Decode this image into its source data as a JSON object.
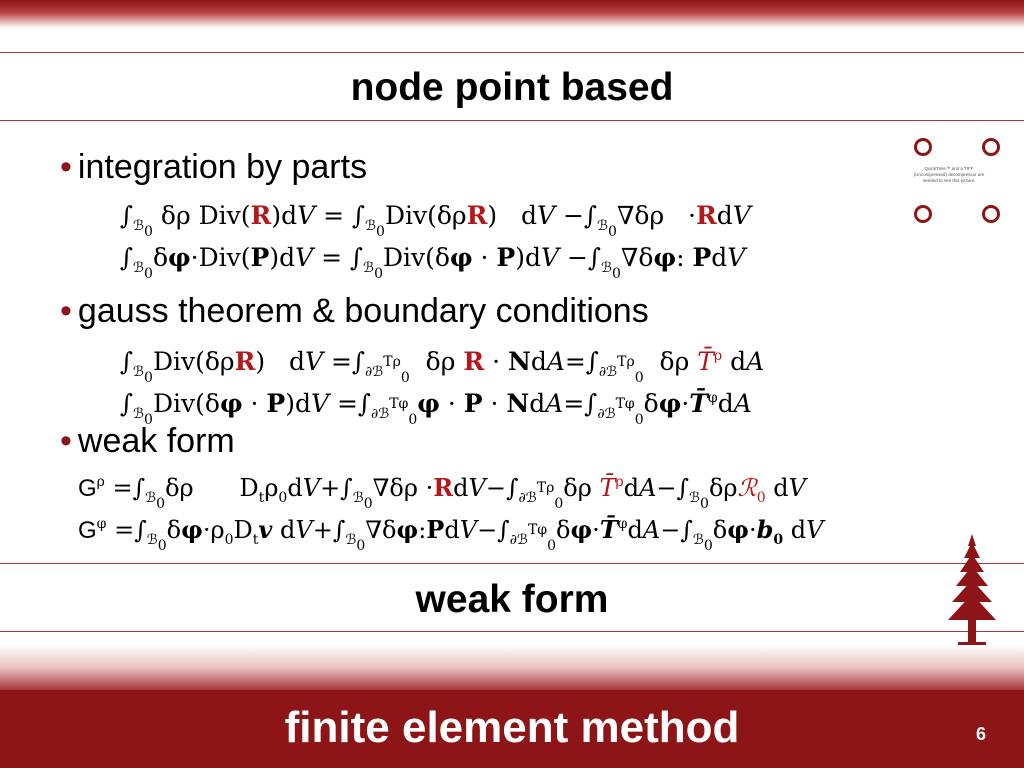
{
  "slide": {
    "title": "node point based",
    "page_number": "6",
    "footer_title": "finite element method",
    "section_caption": "weak form",
    "accent_color": "#8e1517"
  },
  "bullets": [
    {
      "text": "integration by parts"
    },
    {
      "text": "gauss theorem & boundary conditions"
    },
    {
      "text": "weak form"
    }
  ],
  "equations": {
    "parts": [
      "∫ℬ₀ δρ Div(R) dV = ∫ℬ₀ Div(δρ R) dV − ∫ℬ₀ ∇δρ · R dV",
      "∫ℬ₀ δφ · Div(P) dV = ∫ℬ₀ Div(δφ · P) dV − ∫ℬ₀ ∇δφ : P dV"
    ],
    "gauss": [
      "∫ℬ₀ Div(δρ R) dV = ∫∂ℬ₀Tρ δρ R · N dA = ∫∂ℬ₀Tρ δρ T̄ρ dA",
      "∫ℬ₀ Div(δφ · P) dV = ∫∂ℬ₀Tφ δφ · P · N dA = ∫∂ℬ₀Tφ δφ · T̄φ dA"
    ],
    "weak": [
      "Gρ = ∫ℬ₀ δρ Dₜρ₀ dV + ∫ℬ₀ ∇δρ · R dV − ∫∂ℬ₀Tρ δρ T̄ρ dA − ∫ℬ₀ δρ ℛ₀ dV",
      "Gφ = ∫ℬ₀ δφ · ρ₀ Dₜv dV + ∫ℬ₀ ∇δφ : P dV − ∫∂ℬ₀Tφ δφ · T̄φ dA − ∫ℬ₀ δφ · b₀ dV"
    ]
  },
  "quicktime_note": "QuickTime™ and a TIFF (Uncompressed) decompressor are needed to see this picture.",
  "icons": {
    "rings": "circle-outline-icon",
    "logo": "redwood-tree-icon"
  }
}
